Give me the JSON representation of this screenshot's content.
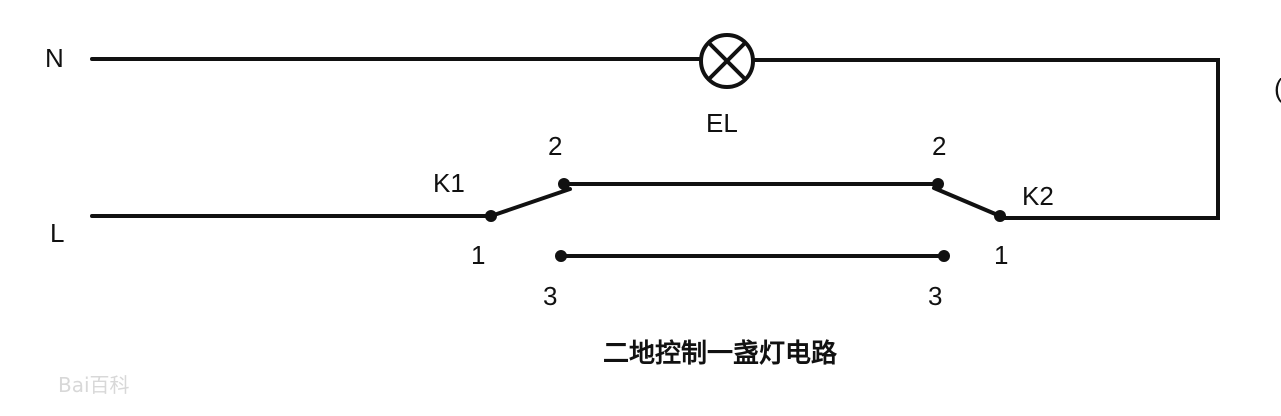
{
  "labels": {
    "neutral": "N",
    "live": "L",
    "lamp": "EL",
    "switch1": "K1",
    "switch2": "K2",
    "k1_terminal_1": "1",
    "k1_terminal_2": "2",
    "k1_terminal_3": "3",
    "k2_terminal_1": "1",
    "k2_terminal_2": "2",
    "k2_terminal_3": "3"
  },
  "caption": "二地控制一盏灯电路",
  "watermark": "Bai百科",
  "edge_fragment": "(",
  "colors": {
    "wire": "#111111",
    "background": "#ffffff"
  }
}
